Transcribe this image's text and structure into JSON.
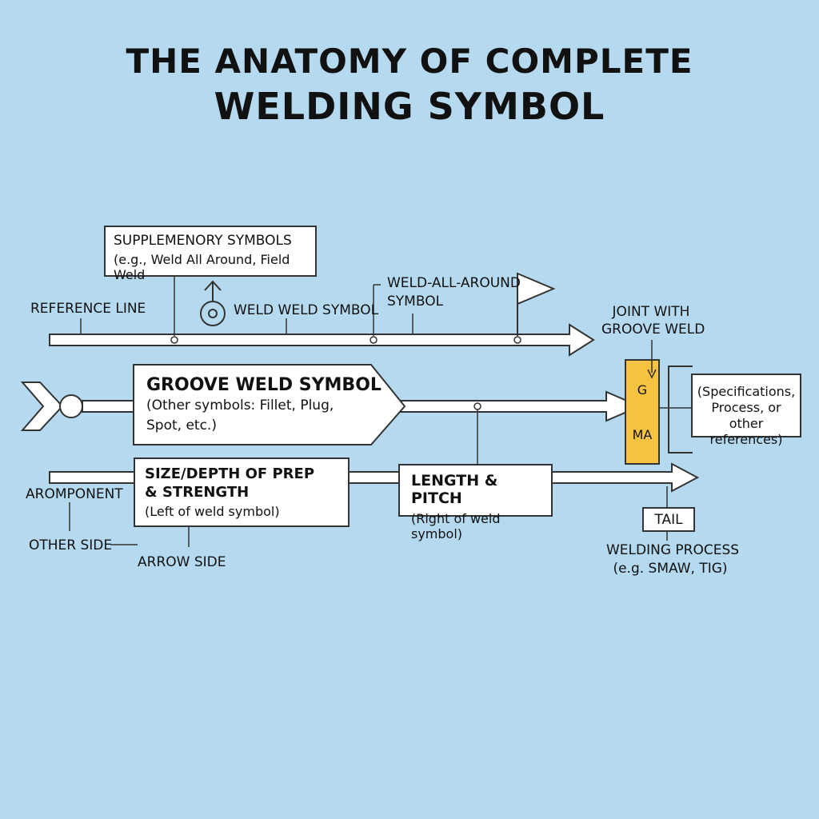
{
  "title": {
    "line1": "THE ANATOMY OF COMPLETE",
    "line2": "WELDING SYMBOL"
  },
  "labels": {
    "supplementary_title": "SUPPLEMENORY SYMBOLS",
    "supplementary_sub": "(e.g., Weld All Around, Field Weld",
    "reference_line": "REFERENCE LINE",
    "weld_symbol": "WELD WELD SYMBOL",
    "weld_all_around_1": "WELD-ALL-AROUND",
    "weld_all_around_2": "SYMBOL",
    "joint_1": "JOINT WITH",
    "joint_2": "GROOVE WELD",
    "groove_title": "GROOVE WELD SYMBOL",
    "groove_sub1": "(Other symbols: Fillet, Plug,",
    "groove_sub2": "Spot, etc.)",
    "joint_g": "G",
    "joint_ma": "MA",
    "spec_1": "(Specifications,",
    "spec_2": "Process, or other",
    "spec_3": "references)",
    "size_title1": "SIZE/DEPTH OF PREP",
    "size_title2": "& STRENGTH",
    "size_sub": "(Left of weld symbol)",
    "length_title": "LENGTH & PITCH",
    "length_sub": "(Right of weld symbol)",
    "arromponent": "AROMPONENT",
    "other_side": "OTHER SIDE",
    "arrow_side": "ARROW SIDE",
    "tail": "TAIL",
    "welding_process_1": "WELDING PROCESS",
    "welding_process_2": "(e.g. SMAW, TIG)"
  },
  "colors": {
    "background": "#b5daf0",
    "joint_fill": "#f5c242",
    "line": "#333333"
  }
}
